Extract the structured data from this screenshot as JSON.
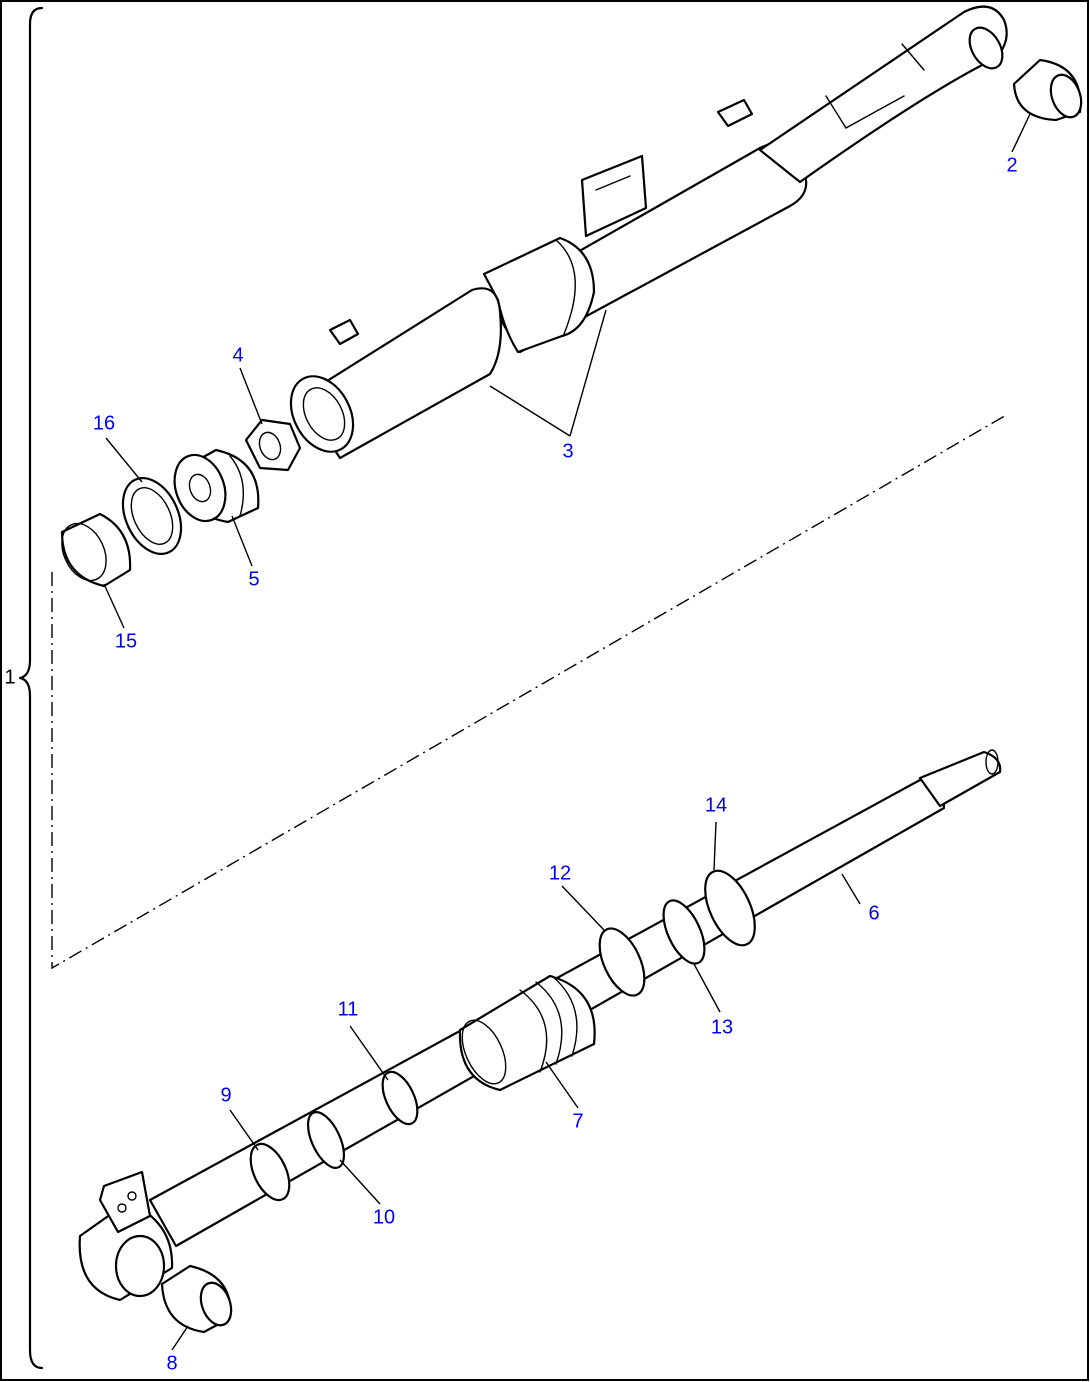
{
  "callouts": {
    "c1": "1",
    "c2": "2",
    "c3": "3",
    "c4": "4",
    "c5": "5",
    "c6": "6",
    "c7": "7",
    "c8": "8",
    "c9": "9",
    "c10": "10",
    "c11": "11",
    "c12": "12",
    "c13": "13",
    "c14": "14",
    "c15": "15",
    "c16": "16"
  },
  "colors": {
    "callout": "#0000ee",
    "line": "#000000",
    "background": "#ffffff"
  }
}
